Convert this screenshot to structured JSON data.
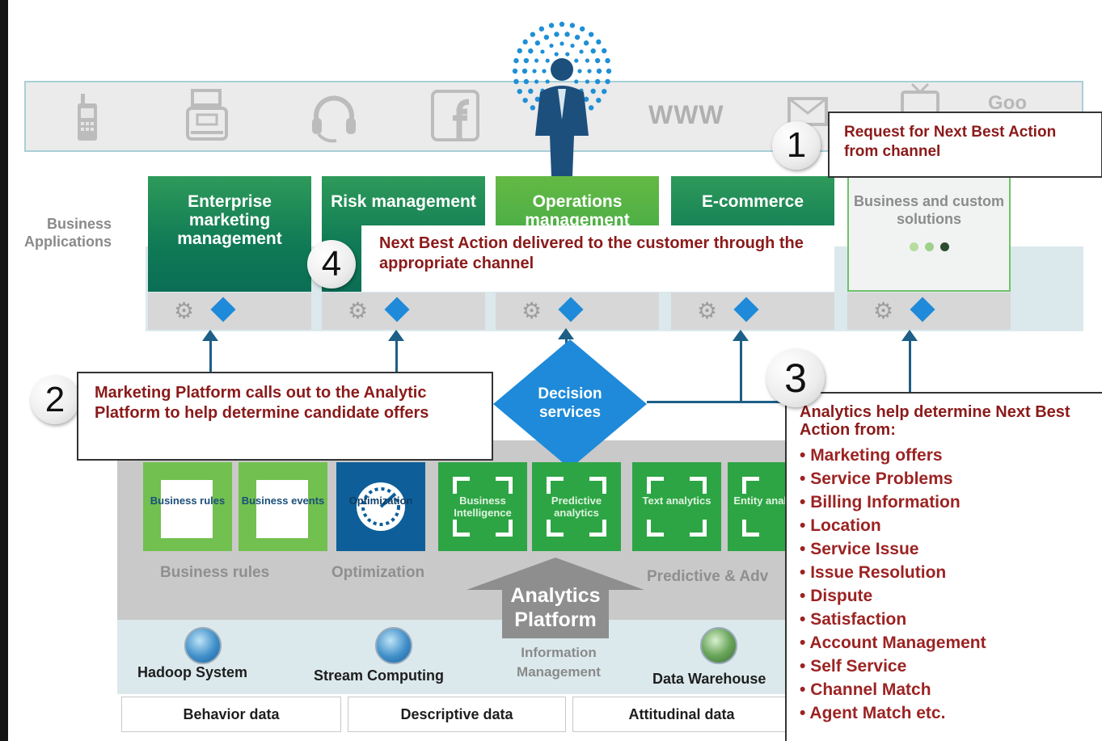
{
  "channels": {
    "www_label": "WWW",
    "goog_label": "Goo"
  },
  "business_applications_label": "Business\nApplications",
  "apps": [
    {
      "title": "Enterprise marketing management"
    },
    {
      "title": "Risk management"
    },
    {
      "title": "Operations management"
    },
    {
      "title": "E-commerce"
    },
    {
      "title": "Business and custom solutions"
    }
  ],
  "decision_services": "Decision services",
  "tiles": [
    {
      "label": "Business rules"
    },
    {
      "label": "Business events"
    },
    {
      "label": "Optimization"
    },
    {
      "label": "Business Intelligence"
    },
    {
      "label": "Predictive analytics"
    },
    {
      "label": "Text analytics"
    },
    {
      "label": "Entity analytics"
    }
  ],
  "groups": {
    "business_rules": "Business rules",
    "optimization": "Optimization",
    "predictive": "Predictive & Adv"
  },
  "analytics_platform": "Analytics Platform",
  "information_management": "Information Management",
  "systems": [
    {
      "label": "Hadoop System"
    },
    {
      "label": "Stream Computing"
    },
    {
      "label": "Data Warehouse"
    }
  ],
  "data_sources": [
    "Behavior data",
    "Descriptive data",
    "Attitudinal data"
  ],
  "callouts": {
    "c1": {
      "number": "1",
      "text": "Request for Next Best Action  from channel"
    },
    "c2": {
      "number": "2",
      "text": "Marketing Platform calls out to the Analytic Platform to help determine candidate offers"
    },
    "c3": {
      "number": "3",
      "heading": "Analytics help determine Next Best Action from:",
      "items": [
        "Marketing offers",
        "Service Problems",
        "Billing Information",
        "Location",
        "Service Issue",
        "Issue Resolution",
        "Dispute",
        "Satisfaction",
        "Account Management",
        "Self Service",
        "Channel Match",
        "Agent Match etc."
      ]
    },
    "c4": {
      "number": "4",
      "text": "Next Best Action delivered to the customer through the appropriate channel"
    }
  },
  "colors": {
    "dark_red": "#8b1a1a",
    "blue": "#1e8ad9",
    "green": "#0f7a55",
    "light_green": "#72c04f"
  }
}
